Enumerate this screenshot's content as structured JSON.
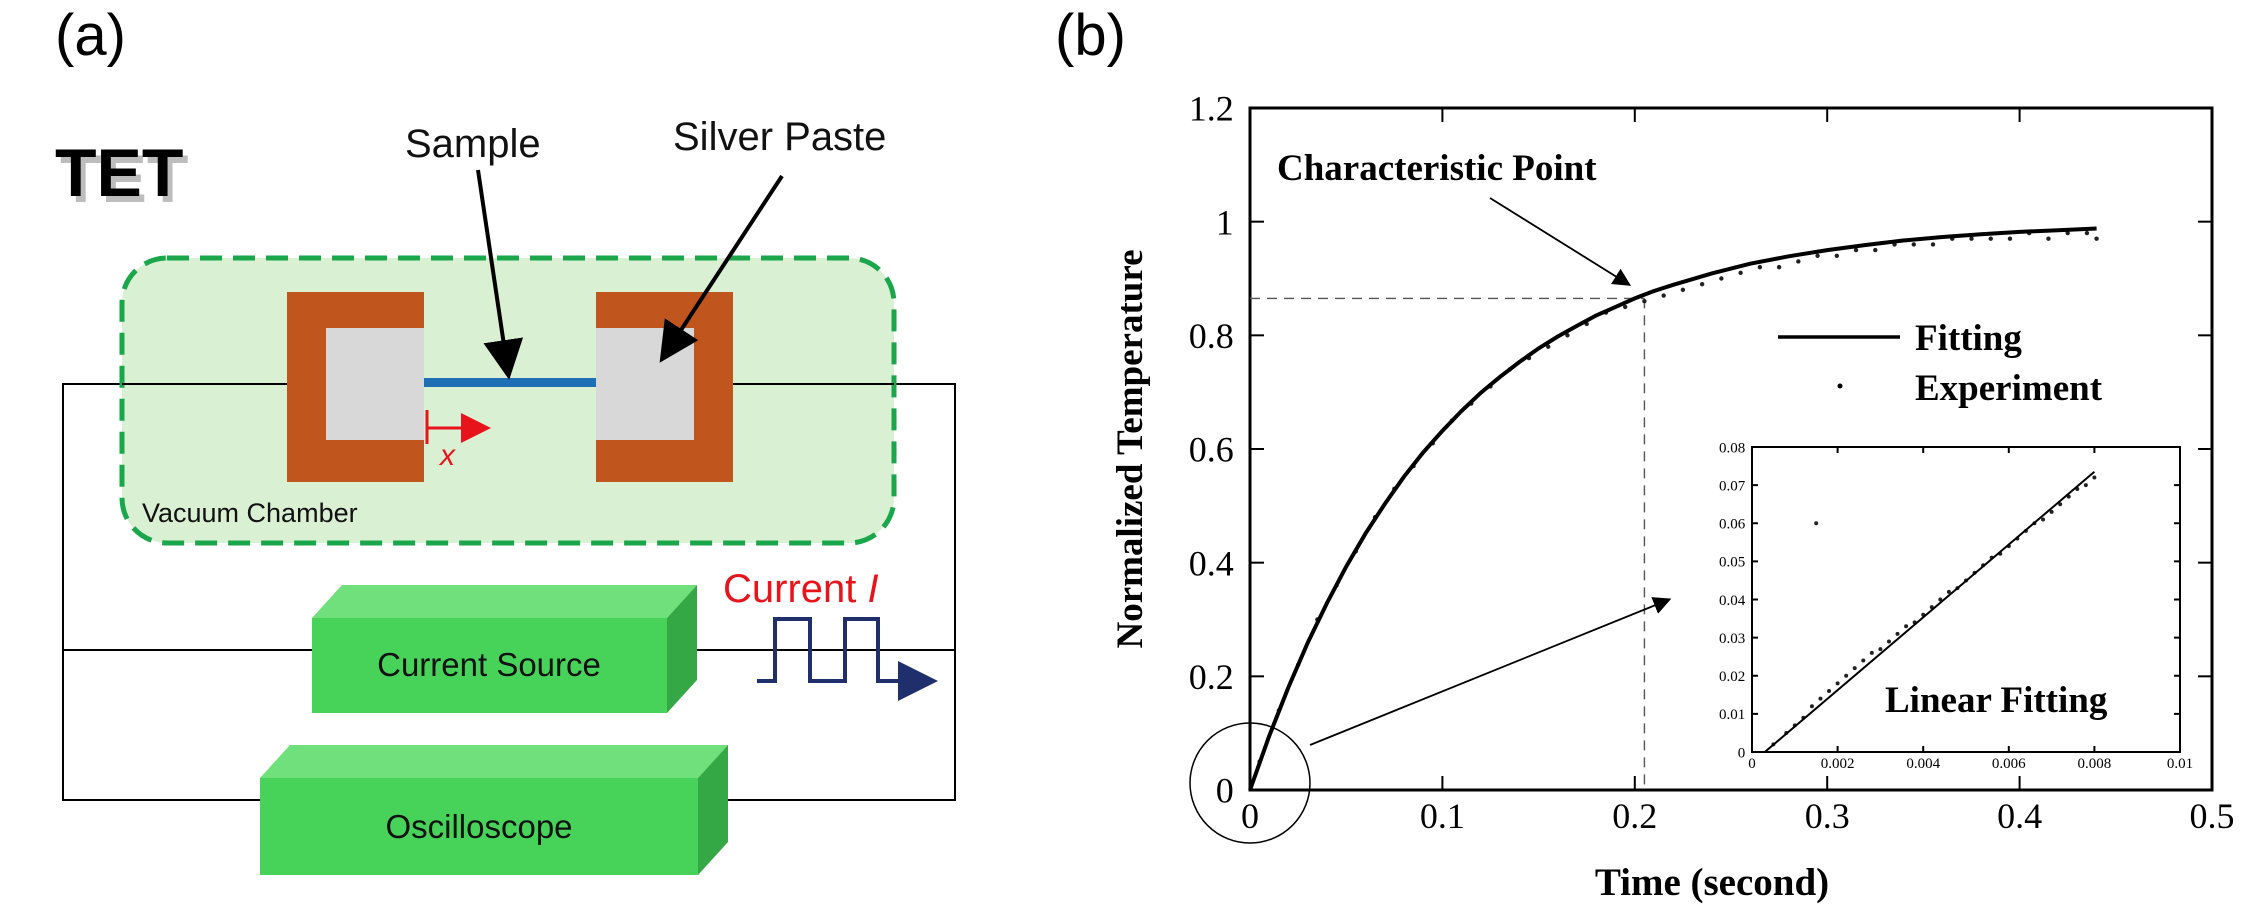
{
  "panel_a": {
    "panel_label": "(a)",
    "title": "TET",
    "sample_label": "Sample",
    "silver_paste_label": "Silver Paste",
    "x_label": "x",
    "chamber_label": "Vacuum Chamber",
    "current_label": "Current ",
    "current_symbol": "I",
    "current_source_label": "Current Source",
    "oscilloscope_label": "Oscilloscope",
    "colors": {
      "chamber_fill": "#d9f0d3",
      "chamber_border": "#1aa64a",
      "electrode": "#c0551d",
      "paste": "#d8d8d8",
      "sample": "#1f6fb5",
      "box_face": "#47d35a",
      "box_top": "#6fe07c",
      "box_side": "#34a845",
      "current_red": "#e8141c",
      "pulse_navy": "#1f2f6b"
    }
  },
  "panel_b": {
    "panel_label": "(b)",
    "characteristic_label": "Characteristic Point",
    "inset_label": "Linear Fitting",
    "chart_data": [
      {
        "type": "line",
        "xlabel": "Time (second)",
        "ylabel": "Normalized Temperature",
        "xlim": [
          0,
          0.5
        ],
        "ylim": [
          0,
          1.2
        ],
        "x_ticks": [
          "0",
          "0.1",
          "0.2",
          "0.3",
          "0.4",
          "0.5"
        ],
        "y_ticks": [
          "0",
          "0.2",
          "0.4",
          "0.6",
          "0.8",
          "1",
          "1.2"
        ],
        "series": [
          {
            "name": "Fitting",
            "style": "line",
            "x": [
              0,
              0.01,
              0.02,
              0.03,
              0.04,
              0.05,
              0.06,
              0.07,
              0.08,
              0.09,
              0.1,
              0.11,
              0.12,
              0.13,
              0.14,
              0.15,
              0.16,
              0.17,
              0.18,
              0.19,
              0.2,
              0.21,
              0.22,
              0.24,
              0.26,
              0.28,
              0.3,
              0.32,
              0.34,
              0.36,
              0.38,
              0.4,
              0.42,
              0.44
            ],
            "y": [
              0,
              0.095,
              0.181,
              0.259,
              0.329,
              0.393,
              0.451,
              0.503,
              0.551,
              0.594,
              0.632,
              0.667,
              0.699,
              0.727,
              0.753,
              0.777,
              0.798,
              0.817,
              0.835,
              0.85,
              0.865,
              0.878,
              0.889,
              0.909,
              0.926,
              0.939,
              0.95,
              0.959,
              0.967,
              0.973,
              0.978,
              0.982,
              0.985,
              0.988
            ]
          },
          {
            "name": "Experiment",
            "style": "dots",
            "x": [
              0.005,
              0.015,
              0.025,
              0.035,
              0.045,
              0.055,
              0.065,
              0.075,
              0.085,
              0.095,
              0.105,
              0.115,
              0.125,
              0.135,
              0.145,
              0.155,
              0.165,
              0.175,
              0.185,
              0.195,
              0.205,
              0.215,
              0.225,
              0.235,
              0.245,
              0.255,
              0.265,
              0.275,
              0.285,
              0.295,
              0.305,
              0.315,
              0.325,
              0.335,
              0.345,
              0.355,
              0.365,
              0.375,
              0.385,
              0.395,
              0.405,
              0.415,
              0.425,
              0.435,
              0.44
            ],
            "y": [
              0.05,
              0.14,
              0.22,
              0.3,
              0.36,
              0.42,
              0.48,
              0.53,
              0.57,
              0.61,
              0.65,
              0.68,
              0.71,
              0.74,
              0.76,
              0.78,
              0.8,
              0.82,
              0.84,
              0.85,
              0.86,
              0.87,
              0.88,
              0.89,
              0.9,
              0.91,
              0.92,
              0.92,
              0.93,
              0.94,
              0.94,
              0.95,
              0.95,
              0.96,
              0.96,
              0.96,
              0.97,
              0.97,
              0.97,
              0.97,
              0.98,
              0.97,
              0.98,
              0.98,
              0.97
            ]
          }
        ],
        "characteristic_point": {
          "x": 0.205,
          "y": 0.865
        },
        "legend_position": "right",
        "grid": false
      },
      {
        "type": "scatter",
        "xlim": [
          0,
          0.01
        ],
        "ylim": [
          0,
          0.08
        ],
        "x_ticks": [
          "0",
          "0.002",
          "0.004",
          "0.006",
          "0.008",
          "0.01"
        ],
        "y_ticks": [
          "0",
          "0.01",
          "0.02",
          "0.03",
          "0.04",
          "0.05",
          "0.06",
          "0.07",
          "0.08"
        ],
        "series": [
          {
            "style": "line",
            "x": [
              0.0003,
              0.008
            ],
            "y": [
              0,
              0.0735
            ]
          },
          {
            "style": "dots",
            "x": [
              0.0005,
              0.0008,
              0.001,
              0.0012,
              0.0014,
              0.0015,
              0.0016,
              0.0018,
              0.002,
              0.0022,
              0.0024,
              0.0026,
              0.0028,
              0.003,
              0.0032,
              0.0034,
              0.0036,
              0.0038,
              0.004,
              0.0042,
              0.0044,
              0.0046,
              0.0048,
              0.005,
              0.0052,
              0.0054,
              0.0056,
              0.0058,
              0.006,
              0.0062,
              0.0064,
              0.0066,
              0.0068,
              0.007,
              0.0072,
              0.0074,
              0.0076,
              0.0078,
              0.008
            ],
            "y": [
              0.002,
              0.005,
              0.007,
              0.009,
              0.012,
              0.06,
              0.014,
              0.016,
              0.018,
              0.02,
              0.022,
              0.024,
              0.026,
              0.027,
              0.029,
              0.031,
              0.033,
              0.034,
              0.036,
              0.038,
              0.04,
              0.042,
              0.043,
              0.045,
              0.047,
              0.049,
              0.051,
              0.052,
              0.054,
              0.056,
              0.058,
              0.06,
              0.061,
              0.063,
              0.065,
              0.067,
              0.069,
              0.07,
              0.072
            ]
          }
        ]
      }
    ]
  }
}
